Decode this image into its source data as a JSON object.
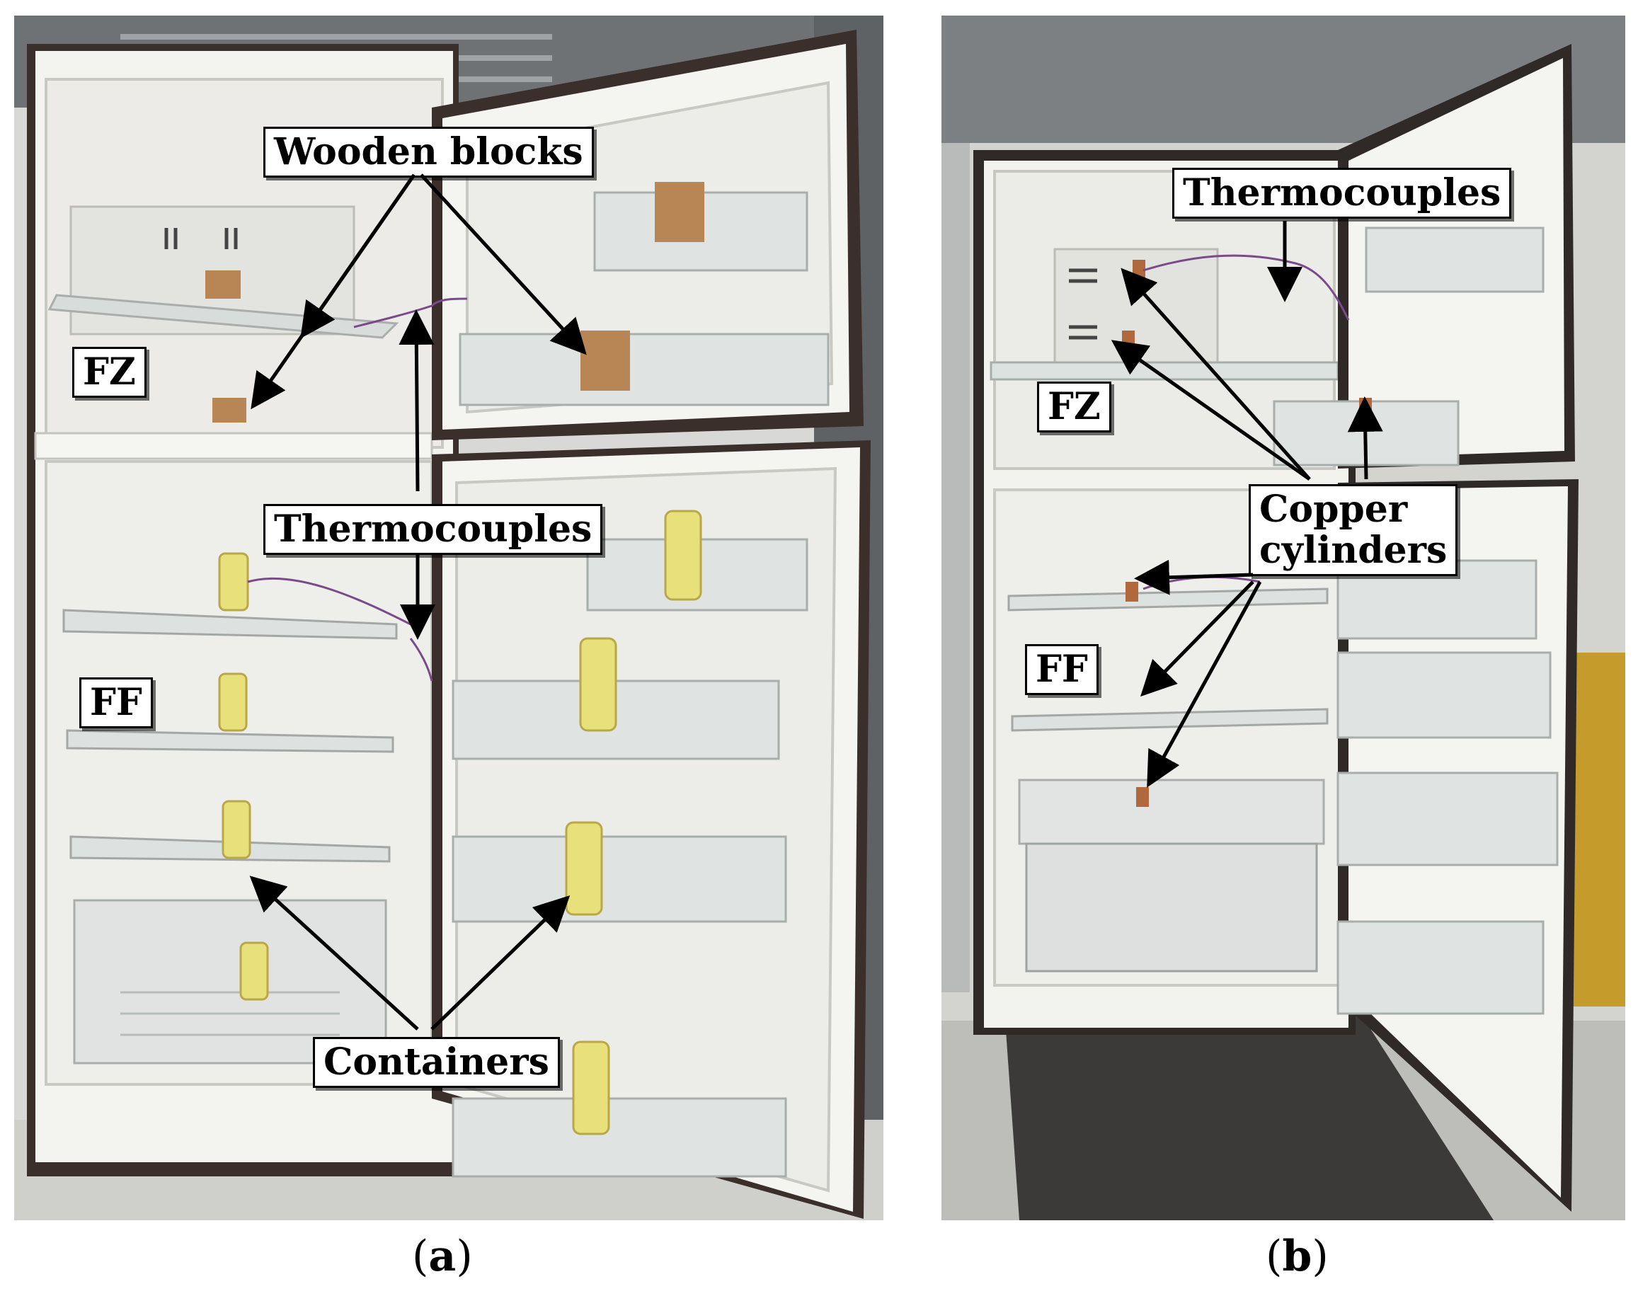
{
  "figure": {
    "panels": [
      {
        "id": "a",
        "caption_open": "(",
        "caption_letter": "a",
        "caption_close": ")",
        "labels": {
          "wooden_blocks": "Wooden blocks",
          "fz": "FZ",
          "thermocouples": "Thermocouples",
          "ff": "FF",
          "containers": "Containers"
        }
      },
      {
        "id": "b",
        "caption_open": "(",
        "caption_letter": "b",
        "caption_close": ")",
        "labels": {
          "thermocouples": "Thermocouples",
          "fz": "FZ",
          "copper_line1": "Copper",
          "copper_line2": "cylinders",
          "ff": "FF"
        }
      }
    ]
  }
}
